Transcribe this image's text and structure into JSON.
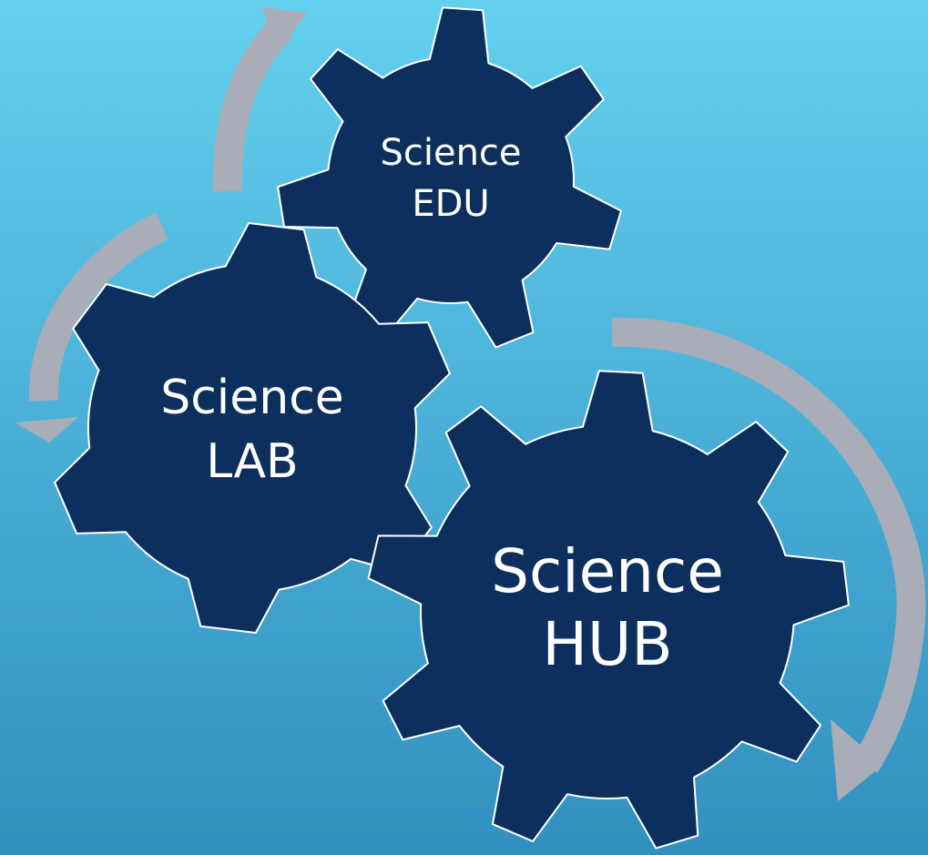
{
  "gears": {
    "edu": {
      "line1": "Science",
      "line2": "EDU"
    },
    "lab": {
      "line1": "Science",
      "line2": "LAB"
    },
    "hub": {
      "line1": "Science",
      "line2": "HUB"
    }
  },
  "colors": {
    "gear_fill": "#0d2f5d",
    "gear_outline": "#ffffff",
    "arrow": "#a9adb8",
    "label": "#ffffff"
  }
}
